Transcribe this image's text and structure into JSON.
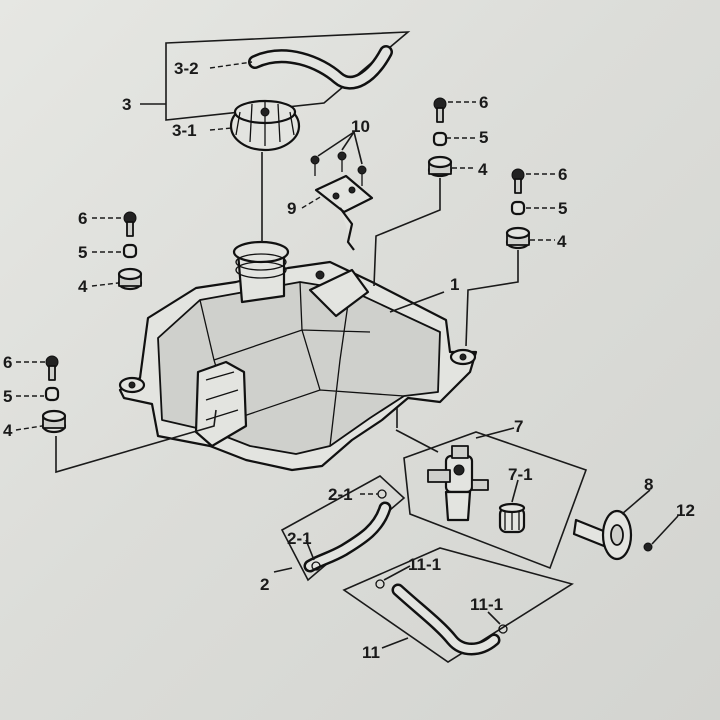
{
  "callouts": {
    "c1": "1",
    "c2": "2",
    "c2_1a": "2-1",
    "c2_1b": "2-1",
    "c3": "3",
    "c3_1": "3-1",
    "c3_2": "3-2",
    "c4a": "4",
    "c4b": "4",
    "c4c": "4",
    "c4d": "4",
    "c5a": "5",
    "c5b": "5",
    "c5c": "5",
    "c5d": "5",
    "c6a": "6",
    "c6b": "6",
    "c6c": "6",
    "c6d": "6",
    "c7": "7",
    "c7_1": "7-1",
    "c8": "8",
    "c9": "9",
    "c10": "10",
    "c11": "11",
    "c11_1a": "11-1",
    "c11_1b": "11-1",
    "c12": "12"
  }
}
